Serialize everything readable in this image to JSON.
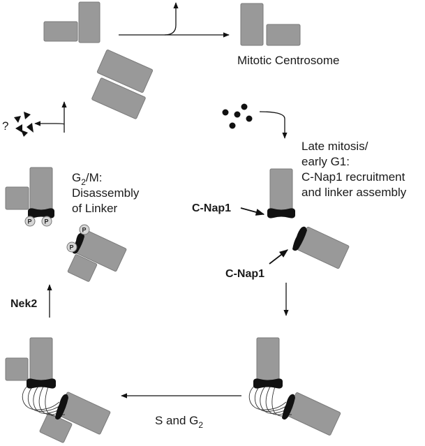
{
  "labels": {
    "mitotic_centrosome": "Mitotic Centrosome",
    "late_mitosis_1": "Late mitosis/",
    "late_mitosis_2": "early G1:",
    "late_mitosis_3": "C-Nap1 recruitment",
    "late_mitosis_4": "and linker assembly",
    "cnap1_top": "C-Nap1",
    "cnap1_bottom": "C-Nap1",
    "g2m_prefix": "G",
    "g2m_sub": "2",
    "g2m_suffix": "/M:",
    "disassembly_1": "Disassembly",
    "disassembly_2": "of Linker",
    "nek2": "Nek2",
    "s_g2_prefix": "S and G",
    "s_g2_sub": "2",
    "question": "?",
    "phospho": "P"
  },
  "colors": {
    "centriole_fill": "#999999",
    "centriole_stroke": "#7a7a7a",
    "cnap1_fill": "#111111",
    "arrow": "#111111",
    "phospho_fill": "#d6d6d6"
  }
}
